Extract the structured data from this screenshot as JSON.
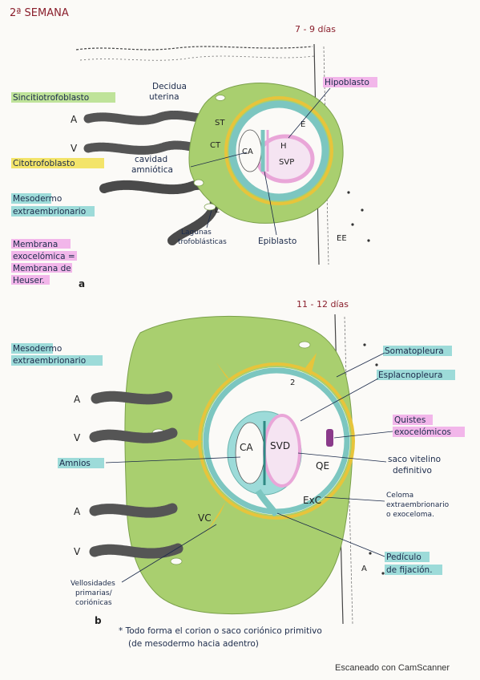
{
  "header": {
    "title": "2ª SEMANA"
  },
  "panel_a": {
    "days": "7 - 9 días",
    "letter": "a",
    "labels": {
      "sincitiotrofoblasto": "Sincitiotrofoblasto",
      "decidua_1": "Decidua",
      "decidua_2": "uterina",
      "hipoblasto": "Hipoblasto",
      "citotrofoblasto": "Citotrofoblasto",
      "cavidad_1": "cavidad",
      "cavidad_2": "amniótica",
      "mesodermo_1": "Mesodermo",
      "mesodermo_2": "extraembrionario",
      "lagunas_1": "Lagunas",
      "lagunas_2": "trofoblásticas",
      "epiblasto": "Epiblasto",
      "membrana_1": "Membrana",
      "membrana_2": "exocelómica =",
      "membrana_3": "Membrana de",
      "membrana_4": "Heuser."
    },
    "abbr": {
      "A": "A",
      "V": "V",
      "ST": "ST",
      "CT": "CT",
      "CA": "CA",
      "H": "H",
      "SVP": "SVP",
      "E": "E",
      "EE": "EE",
      "L": "L"
    }
  },
  "panel_b": {
    "days": "11 - 12 días",
    "letter": "b",
    "labels": {
      "mesodermo_1": "Mesodermo",
      "mesodermo_2": "extraembrionario",
      "somatopleura": "Somatopleura",
      "esplacnopleura": "Esplacnopleura",
      "quistes_1": "Quistes",
      "quistes_2": "exocelómicos",
      "amnios": "Amnios",
      "saco_1": "saco vitelino",
      "saco_2": "definitivo",
      "celoma_1": "Celoma",
      "celoma_2": "extraembrionario",
      "celoma_3": "o exoceloma.",
      "pediculo_1": "Pedículo",
      "pediculo_2": "de fijación.",
      "vellosidades_1": "Vellosidades",
      "vellosidades_2": "primarias/",
      "vellosidades_3": "coriónicas"
    },
    "abbr": {
      "A1": "A",
      "V1": "V",
      "A2": "A",
      "V2": "V",
      "CA": "CA",
      "SVD": "SVD",
      "QE": "QE",
      "ExC": "ExC",
      "VC": "VC",
      "two": "2",
      "A3": "A"
    }
  },
  "note": {
    "line1": "* Todo forma el corion o saco coriónico primitivo",
    "line2": "(de mesodermo hacia adentro)"
  },
  "footer": {
    "watermark": "Escaneado con CamScanner"
  },
  "colors": {
    "green": "#a9cf6f",
    "teal": "#7cc6c0",
    "yellow": "#e7c43b",
    "pink": "#e9a6d8",
    "ink": "#1b2a4a",
    "maroon": "#8a1f2c",
    "highlight_green": "#bfe39a",
    "highlight_yellow": "#f3e46a",
    "highlight_teal": "#9ddbd9",
    "highlight_pink": "#f2b6ea"
  }
}
